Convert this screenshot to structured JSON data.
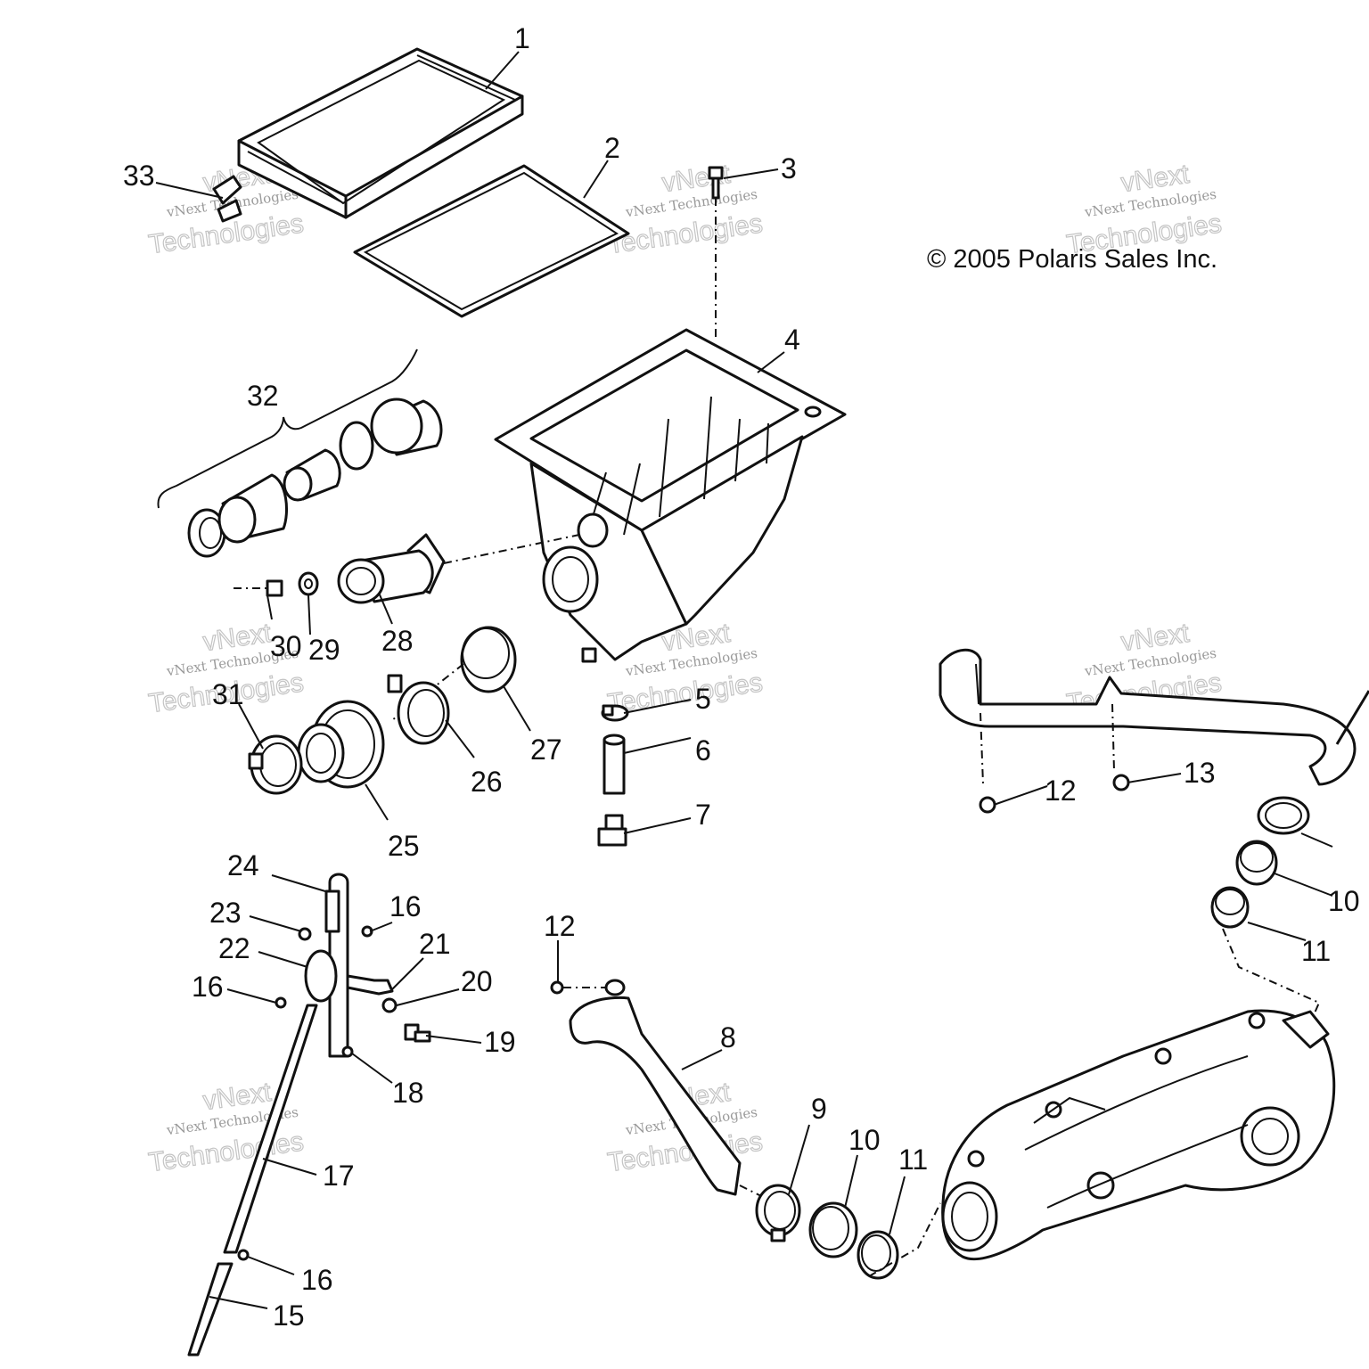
{
  "copyright": "© 2005 Polaris Sales Inc.",
  "watermark": {
    "line1": "vNext",
    "line2": "vNext Technologies",
    "line3": "Technologies"
  },
  "callouts": {
    "c1": "1",
    "c2": "2",
    "c3": "3",
    "c4": "4",
    "c5": "5",
    "c6": "6",
    "c7": "7",
    "c8": "8",
    "c9": "9",
    "c10a": "10",
    "c10b": "10",
    "c11a": "11",
    "c11b": "11",
    "c12a": "12",
    "c12b": "12",
    "c13": "13",
    "c15": "15",
    "c16a": "16",
    "c16b": "16",
    "c16c": "16",
    "c17": "17",
    "c18": "18",
    "c19": "19",
    "c20": "20",
    "c21": "21",
    "c22": "22",
    "c23": "23",
    "c24": "24",
    "c25": "25",
    "c26": "26",
    "c27": "27",
    "c28": "28",
    "c29": "29",
    "c30": "30",
    "c31": "31",
    "c32": "32",
    "c33": "33"
  }
}
